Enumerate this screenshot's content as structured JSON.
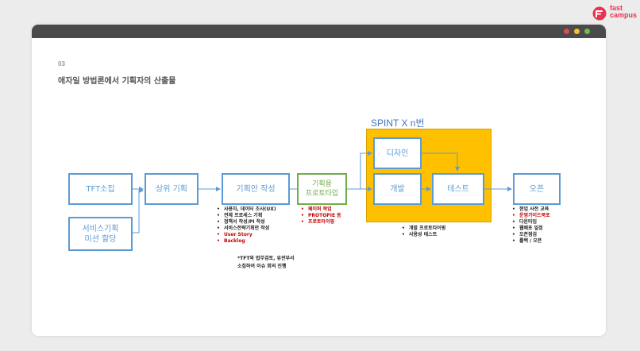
{
  "brand": {
    "logo_line1": "fast",
    "logo_line2": "campus",
    "color": "#e8344e"
  },
  "window": {
    "dots": [
      "#e24b4b",
      "#f0c22f",
      "#6cc04a"
    ]
  },
  "slide": {
    "number": "03",
    "title": "애자일 방법론에서 기획자의 산출물"
  },
  "sprint": {
    "label": "SPINT X n번",
    "color": "#ffc000"
  },
  "boxes": {
    "tft": "TFT소집",
    "service_line1": "서비스기획",
    "service_line2": "미션 할당",
    "upper_plan": "상위 기획",
    "plan_draft": "기획안 작성",
    "prototype_line1": "기획용",
    "prototype_line2": "프로토타입",
    "design": "디자인",
    "dev": "개발",
    "test": "테스트",
    "open": "오픈"
  },
  "notes": {
    "plan_draft": [
      {
        "text": "사용자, 데이터 조사(UX)",
        "highlight": false
      },
      {
        "text": "전체 프로세스 기획",
        "highlight": false
      },
      {
        "text": "정책서 작성/PI 작성",
        "highlight": false
      },
      {
        "text": "서비스전략기획안 작성",
        "highlight": false
      },
      {
        "text": "User Story",
        "highlight": true
      },
      {
        "text": "Backlog",
        "highlight": true
      }
    ],
    "prototype": [
      {
        "text": "페이퍼 목업",
        "highlight": true
      },
      {
        "text": "PROTOPIE 등",
        "highlight": true
      },
      {
        "text": "프로토타이핑",
        "highlight": true
      }
    ],
    "sprint": [
      {
        "text": "개발 프로토타이핑",
        "highlight": false
      },
      {
        "text": "사용성 테스트",
        "highlight": false
      }
    ],
    "open": [
      {
        "text": "현업 사전 교육",
        "highlight": false
      },
      {
        "text": "운영가이드북포",
        "highlight": true
      },
      {
        "text": "다운타임",
        "highlight": false
      },
      {
        "text": "웹배포 일정",
        "highlight": false
      },
      {
        "text": "오픈점검",
        "highlight": false
      },
      {
        "text": "롤백 / 오픈",
        "highlight": false
      }
    ]
  },
  "footnote": {
    "line1": "*TFT와 법무검토, 유관부서",
    "line2": "소집하여 이슈 회의 진행"
  },
  "colors": {
    "box_border": "#5b9bd5",
    "prototype_border": "#70ad47",
    "highlight_text": "#c00000",
    "arrow": "#5b9bd5"
  }
}
